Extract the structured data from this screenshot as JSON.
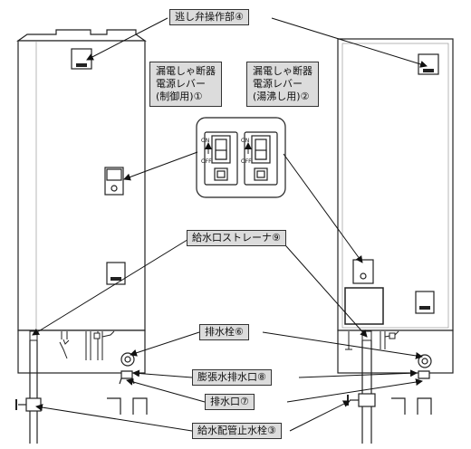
{
  "labels": {
    "drain_valve_op": "逃し弁操作部④",
    "breaker_control": [
      "漏電しゃ断器",
      "電源レバー",
      "(制御用)①"
    ],
    "breaker_heating": [
      "漏電しゃ断器",
      "電源レバー",
      "(湯沸し用)②"
    ],
    "inlet_strainer": "給水口ストレーナ⑨",
    "drain_plug": "排水栓⑥",
    "expansion_outlet": "膨張水排水口⑧",
    "drain_outlet": "排水口⑦",
    "supply_stop_valve": "給水配管止水栓③",
    "switch_on": "ON",
    "switch_off": "OFF"
  }
}
